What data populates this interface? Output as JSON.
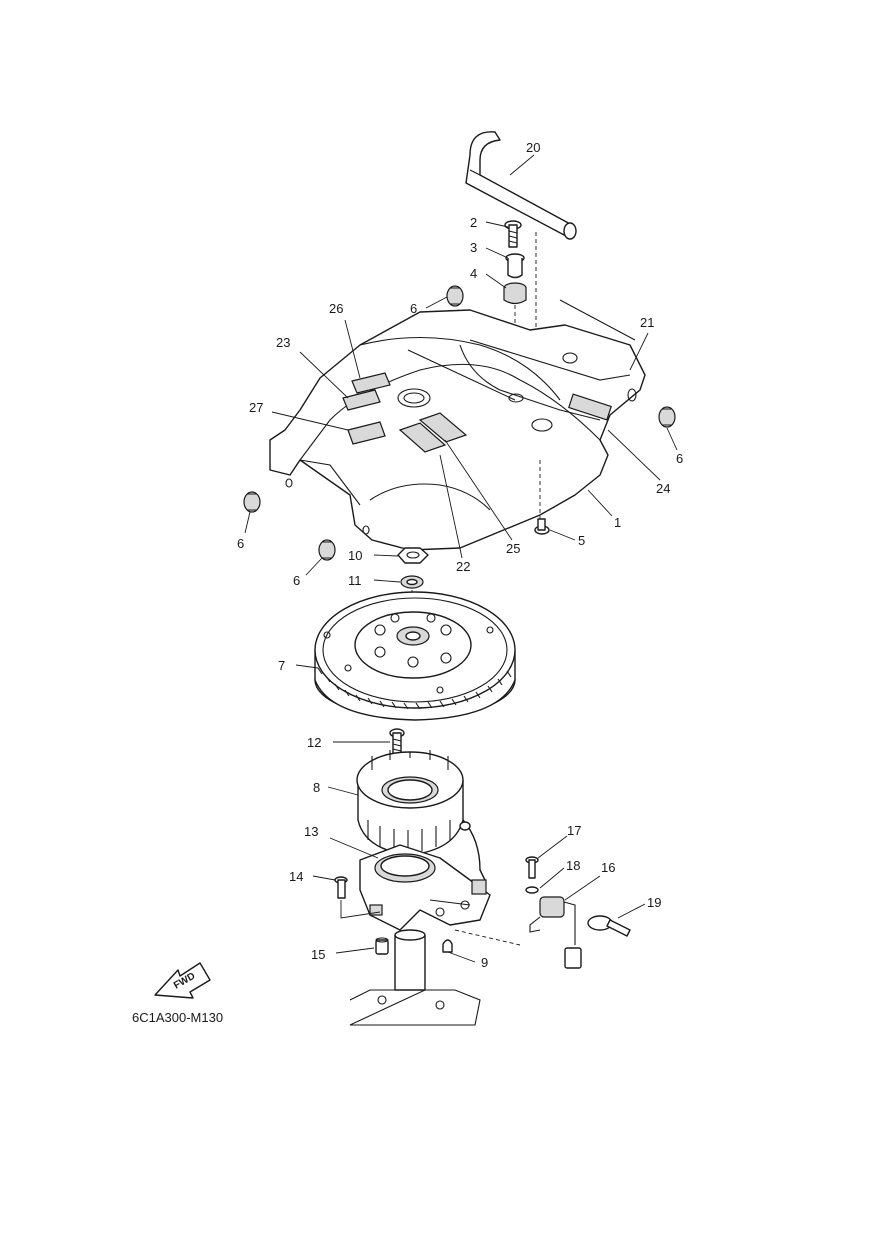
{
  "diagram_code": "6C1A300-M130",
  "fwd_label": "FWD",
  "callouts": [
    "1",
    "2",
    "3",
    "4",
    "5",
    "6",
    "6",
    "6",
    "6",
    "7",
    "8",
    "9",
    "10",
    "11",
    "12",
    "13",
    "14",
    "15",
    "16",
    "17",
    "18",
    "19",
    "20",
    "21",
    "22",
    "23",
    "24",
    "25",
    "26",
    "27"
  ]
}
